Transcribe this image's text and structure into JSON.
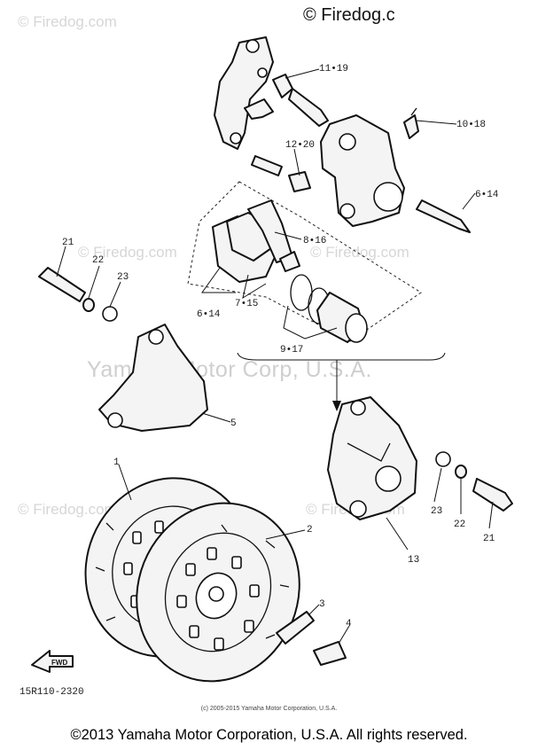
{
  "watermark": {
    "brand": "© Firedog.com",
    "top_right": "© Firedog.c",
    "center": "Yamaha Motor Corp, U.S.A."
  },
  "part_labels": {
    "p1": "1",
    "p2": "2",
    "p3": "3",
    "p4": "4",
    "p5": "5",
    "p6_14_top": "6•14",
    "p6_14_left": "6•14",
    "p7_15": "7•15",
    "p8_16": "8•16",
    "p9_17": "9•17",
    "p10_18": "10•18",
    "p11_19": "11•19",
    "p12_20": "12•20",
    "p13": "13",
    "p21_left": "21",
    "p22_left": "22",
    "p23_left": "23",
    "p21_right": "21",
    "p22_right": "22",
    "p23_right": "23",
    "fwd": "FWD"
  },
  "diagram_code": "15R110-2320",
  "small_copyright": "(c) 2005-2015 Yamaha Motor Corporation, U.S.A.",
  "footer_copyright": "©2013 Yamaha Motor Corporation, U.S.A. All rights reserved."
}
